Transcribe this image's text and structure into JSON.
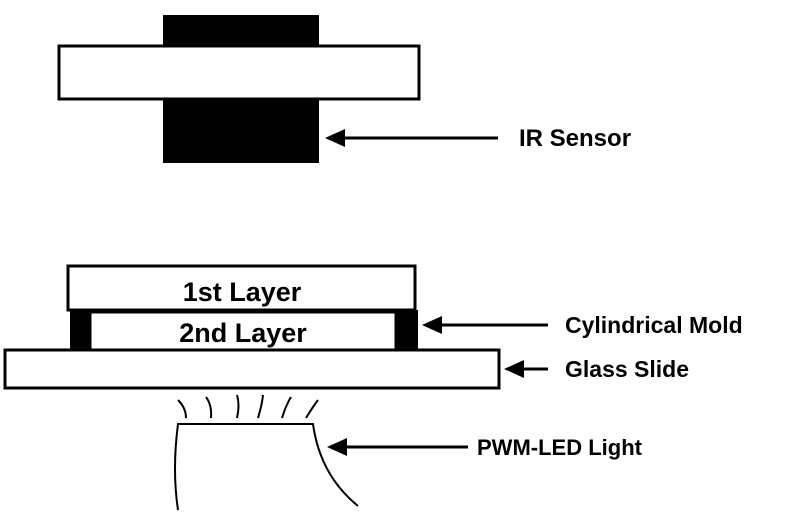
{
  "labels": {
    "ir_sensor": "IR Sensor",
    "first_layer": "1st Layer",
    "second_layer": "2nd Layer",
    "cylindrical_mold": "Cylindrical Mold",
    "glass_slide": "Glass Slide",
    "pwm_led_light": "PWM-LED Light"
  },
  "colors": {
    "stroke": "#000000",
    "fill_dark": "#000000",
    "fill_light": "#ffffff"
  }
}
